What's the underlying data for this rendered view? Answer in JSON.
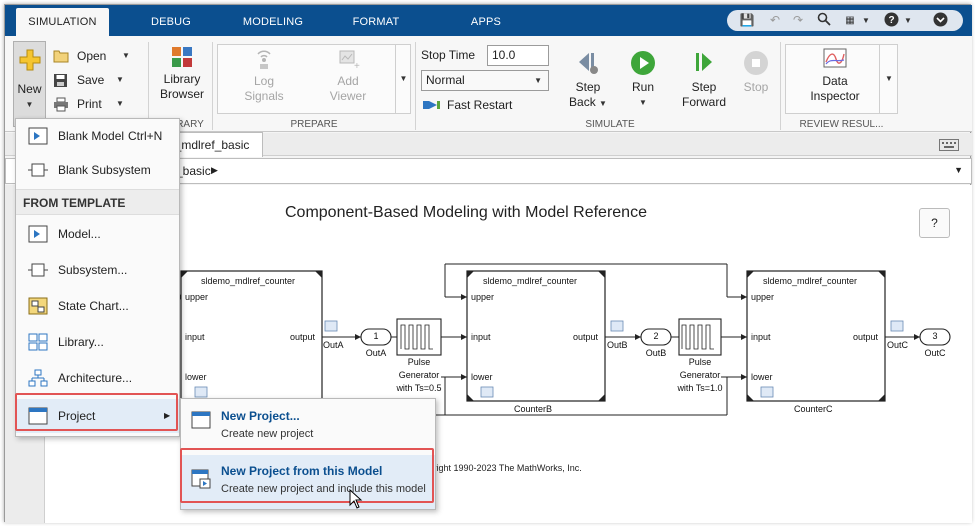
{
  "tabs": {
    "simulation": "SIMULATION",
    "debug": "DEBUG",
    "modeling": "MODELING",
    "format": "FORMAT",
    "apps": "APPS"
  },
  "ribbon": {
    "file": {
      "new": "New",
      "open": "Open",
      "save": "Save",
      "print": "Print"
    },
    "library": {
      "line1": "Library",
      "line2": "Browser",
      "group_label_partial": "RARY"
    },
    "prepare": {
      "log_signals_1": "Log",
      "log_signals_2": "Signals",
      "add_viewer_1": "Add",
      "add_viewer_2": "Viewer",
      "group_label": "PREPARE"
    },
    "simulate": {
      "stop_time_label": "Stop Time",
      "stop_time_value": "10.0",
      "mode_value": "Normal",
      "fast_restart": "Fast Restart",
      "step_back_1": "Step",
      "step_back_2": "Back",
      "run": "Run",
      "step_forward_1": "Step",
      "step_forward_2": "Forward",
      "stop": "Stop",
      "group_label": "SIMULATE"
    },
    "review": {
      "data_inspector_1": "Data",
      "data_inspector_2": "Inspector",
      "group_label": "REVIEW RESUL..."
    }
  },
  "model_tab": "o_mdlref_basic",
  "address": "_basic",
  "canvas": {
    "title": "Component-Based Modeling with Model Reference",
    "help": "?",
    "copyright": "yright 1990-2023 The MathWorks, Inc.",
    "block_a": {
      "name": "sldemo_mdlref_counter",
      "upper": "upper",
      "input": "input",
      "lower": "lower",
      "output": "output",
      "out_port": "OutA"
    },
    "block_b": {
      "name": "sldemo_mdlref_counter",
      "upper": "upper",
      "input": "input",
      "lower": "lower",
      "output": "output",
      "out_port": "OutB",
      "caption": "CounterB"
    },
    "block_c": {
      "name": "sldemo_mdlref_counter",
      "upper": "upper",
      "input": "input",
      "lower": "lower",
      "output": "output",
      "out_port": "OutC",
      "caption": "CounterC"
    },
    "outport_1": {
      "num": "1",
      "label": "OutA"
    },
    "outport_2": {
      "num": "2",
      "label": "OutB"
    },
    "outport_3": {
      "num": "3",
      "label": "OutC"
    },
    "pulse_1": {
      "l1": "Pulse",
      "l2": "Generator",
      "l3": "with Ts=0.5"
    },
    "pulse_2": {
      "l1": "Pulse",
      "l2": "Generator",
      "l3": "with Ts=1.0"
    }
  },
  "new_menu": {
    "blank_model": "Blank Model",
    "blank_model_shortcut": "Ctrl+N",
    "blank_subsystem": "Blank Subsystem",
    "from_template": "FROM TEMPLATE",
    "model": "Model...",
    "subsystem": "Subsystem...",
    "state_chart": "State Chart...",
    "library": "Library...",
    "architecture": "Architecture...",
    "project": "Project"
  },
  "project_submenu": {
    "new_project_title": "New Project...",
    "new_project_desc": "Create new project",
    "from_model_title": "New Project from this Model",
    "from_model_desc": "Create new project and include this model"
  },
  "colors": {
    "tabbar": "#0b4f8f",
    "highlight": "#e25454",
    "accent_link": "#0b4f8f",
    "run_green": "#3ea63a"
  }
}
